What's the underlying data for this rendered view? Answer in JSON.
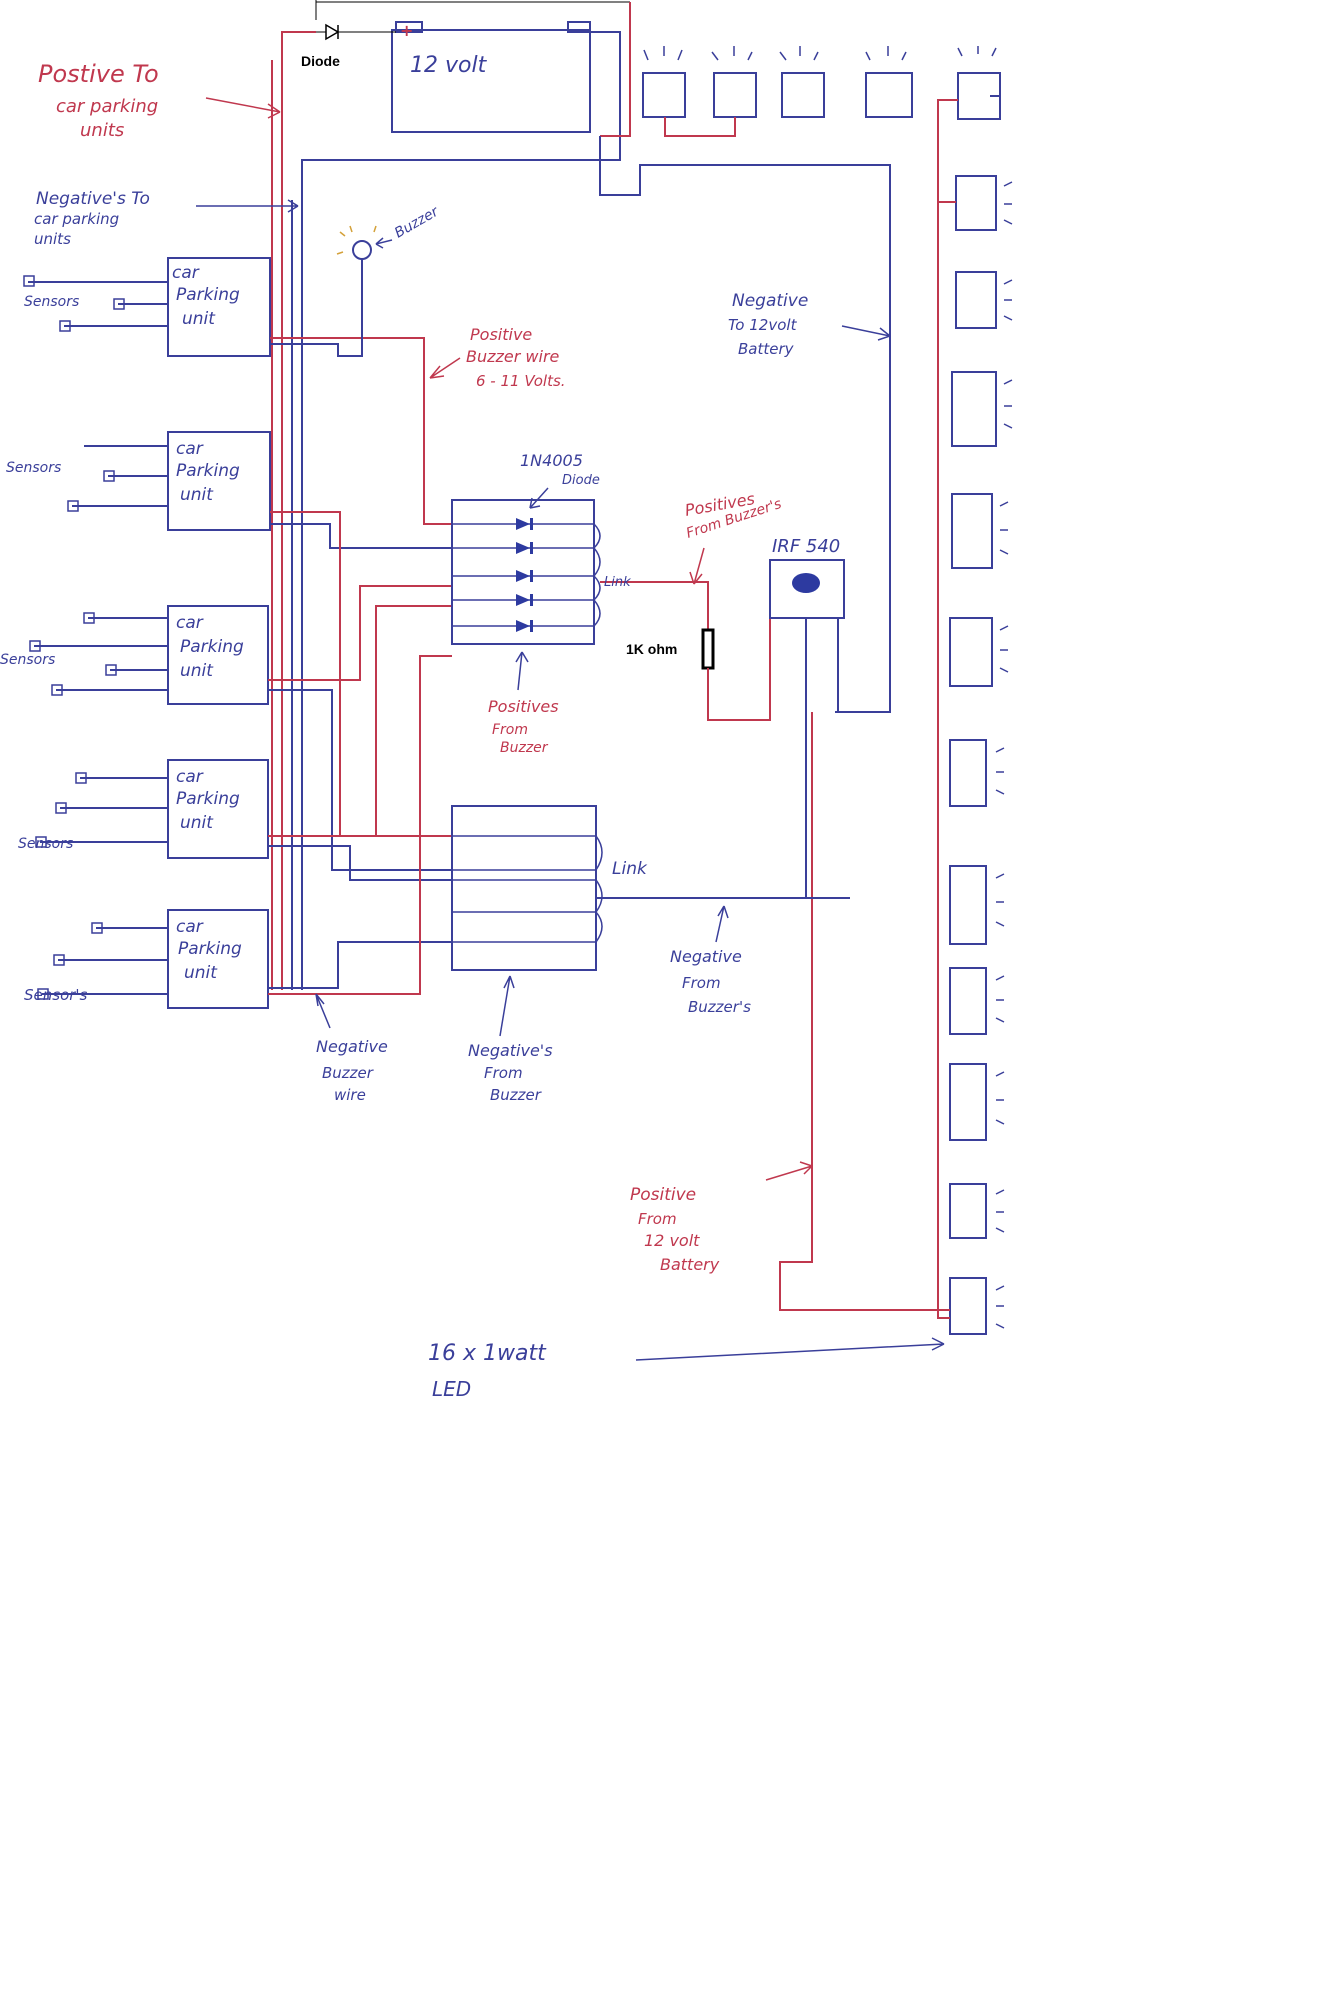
{
  "battery": {
    "label": "12 volt",
    "plus": "+",
    "minus": "−"
  },
  "diode": {
    "label": "Diode"
  },
  "labels": {
    "positive_to_units": [
      "Postive To",
      "car parking",
      "units"
    ],
    "negative_to_units": [
      "Negative's To",
      "car parking",
      "units"
    ],
    "buzzer": "Buzzer",
    "sensors_1": "Sensors",
    "sensors_2": "Sensors",
    "sensors_3": "Sensors",
    "sensors_4": "Sensors",
    "sensors_5": "Sensor's",
    "positive_buzzer_wire": [
      "Positive",
      "Buzzer wire",
      "6 - 11 Volts."
    ],
    "diode_1n4005": [
      "1N4005",
      "Diode"
    ],
    "positives_from_buzzers": [
      "Positives",
      "From Buzzer's"
    ],
    "irf540": "IRF 540",
    "link_1": "Link",
    "link_2": "Link",
    "resistor": "1K ohm",
    "positives_from_buzzer": [
      "Positives",
      "From",
      "Buzzer"
    ],
    "negative_to_battery": [
      "Negative",
      "To 12volt",
      "Battery"
    ],
    "negative_buzzer_wire": [
      "Negative",
      "Buzzer",
      "wire"
    ],
    "negatives_from_buzzer": [
      "Negative's",
      "From",
      "Buzzer"
    ],
    "negative_from_buzzers": [
      "Negative",
      "From",
      "Buzzer's"
    ],
    "positive_from_battery": [
      "Positive",
      "From",
      "12 volt",
      "Battery"
    ],
    "leds": [
      "16 x 1watt",
      "LED"
    ]
  },
  "parking_units": [
    [
      "car",
      "Parking",
      "unit"
    ],
    [
      "car",
      "Parking",
      "unit"
    ],
    [
      "car",
      "Parking",
      "unit"
    ],
    [
      "car",
      "Parking",
      "unit"
    ],
    [
      "car",
      "Parking",
      "unit"
    ]
  ],
  "colors": {
    "positive": "#c0384e",
    "negative": "#3a3f9a",
    "annotation": "#000000"
  }
}
